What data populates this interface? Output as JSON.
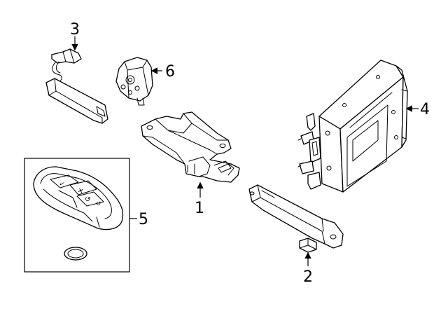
{
  "callouts": {
    "c1": "1",
    "c2": "2",
    "c3": "3",
    "c4": "4",
    "c5": "5",
    "c6": "6"
  },
  "key_fob_buttons": {
    "b1": "✓",
    "b2": "✕",
    "b3": "↺",
    "b4": "↺"
  },
  "colors": {
    "line": "#000000",
    "background": "#ffffff"
  }
}
